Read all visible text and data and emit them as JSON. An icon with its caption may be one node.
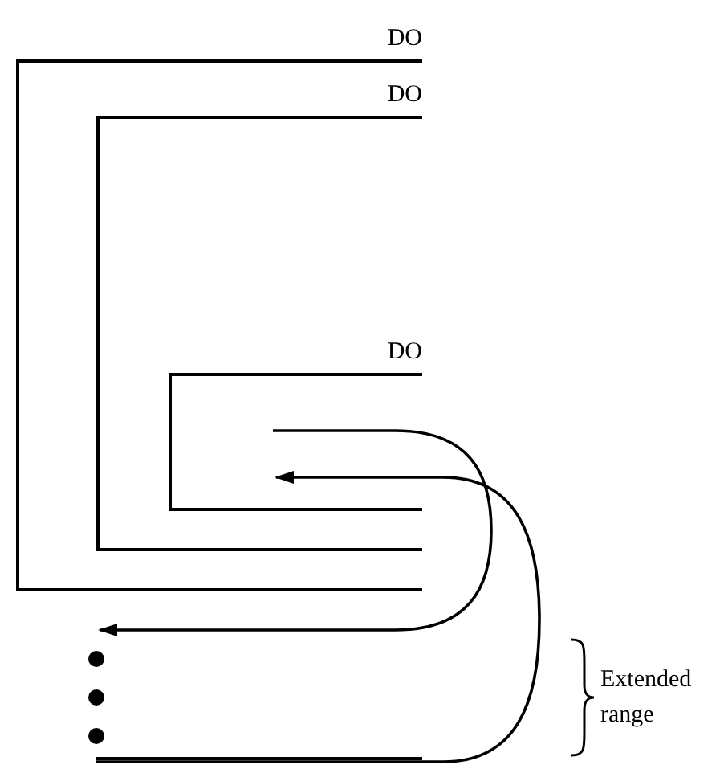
{
  "diagram": {
    "nodes": [
      {
        "text": [
          "DO"
        ]
      },
      {
        "text": [
          "DO"
        ],
        "in": 0
      },
      {
        "text": [
          "DO"
        ],
        "in": 1
      },
      {
        "text": [
          "Extended range"
        ]
      }
    ],
    "edges": [
      {
        "from": 2,
        "to": 3,
        "arrow": "to"
      },
      {
        "from": 3,
        "to": 2,
        "arrow": "to"
      }
    ]
  }
}
